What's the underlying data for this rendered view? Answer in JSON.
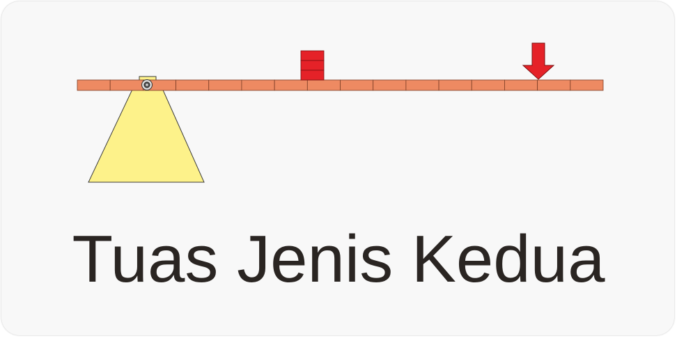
{
  "title": "Tuas Jenis Kedua",
  "colors": {
    "beam": "#ee8a62",
    "beam_stroke": "#7a3c25",
    "fulcrum": "#fdf28a",
    "fulcrum_stroke": "#3a3a3a",
    "load": "#e52228",
    "effort": "#e52228",
    "text": "#2a2522"
  },
  "diagram": {
    "beam_segments": 16,
    "load_blocks": 3
  }
}
